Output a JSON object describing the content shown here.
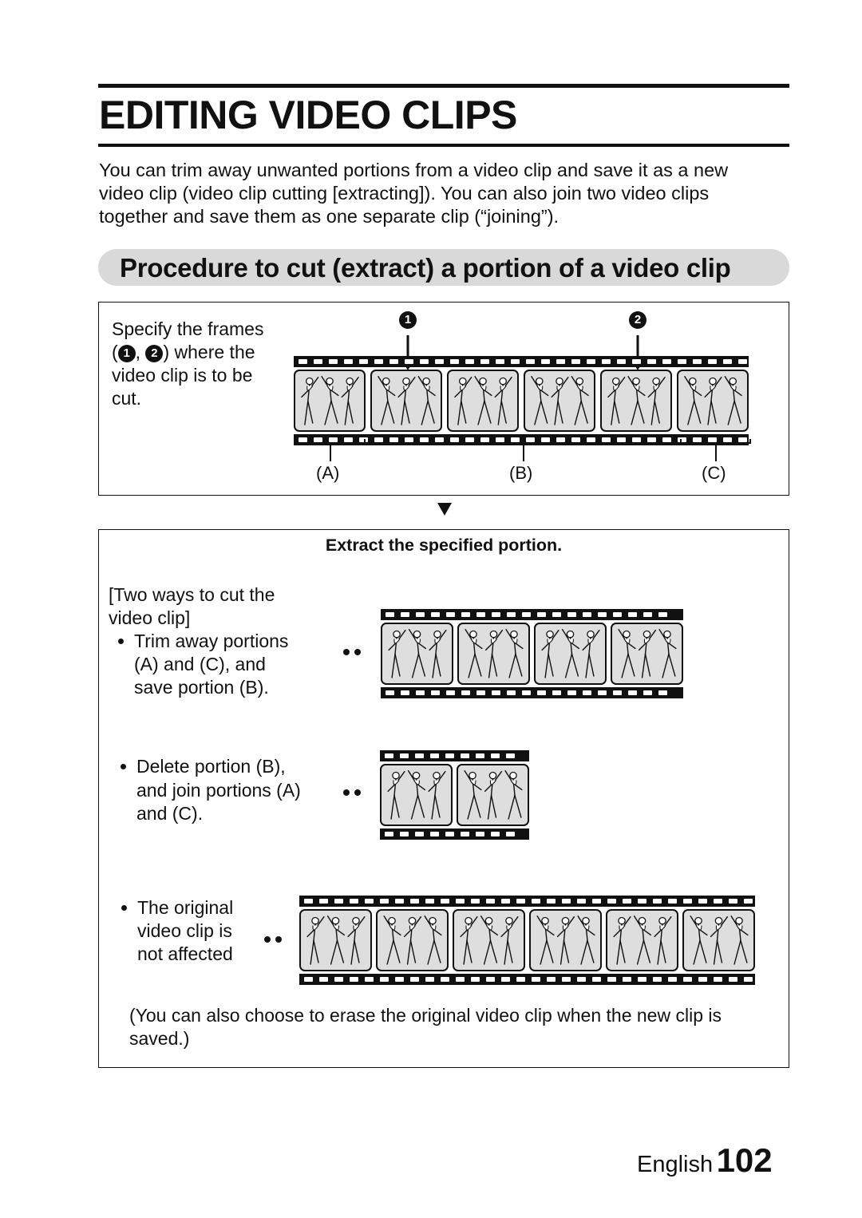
{
  "page": {
    "title": "EDITING VIDEO CLIPS",
    "intro_lines": [
      "You can trim away unwanted portions from a video clip and save it as a new",
      "video clip (video clip cutting [extracting]). You can also join two video clips",
      "together and save them as one separate clip (“joining”)."
    ],
    "section_title": "Procedure to cut (extract) a portion of a video clip"
  },
  "step1": {
    "lines": [
      "Specify the frames",
      "where the",
      "video clip is to be",
      "cut."
    ],
    "marker_1": "1",
    "marker_2": "2",
    "marker_sep": ",",
    "paren_open": "(",
    "paren_close": ")",
    "label_a": "(A)",
    "label_b": "(B)",
    "label_c": "(C)"
  },
  "step2": {
    "heading": "Extract the specified portion.",
    "ways_lines": [
      "[Two ways to cut the",
      "video clip]"
    ],
    "trim_lines": [
      "Trim away portions",
      "(A) and (C), and",
      "save portion (B)."
    ],
    "delete_lines": [
      "Delete portion (B),",
      "and join portions (A)",
      "and (C)."
    ],
    "original_lines": [
      "The original",
      "video clip is",
      "not affected"
    ],
    "note_lines": [
      "(You can also choose to erase the original video clip when the new clip is",
      "saved.)"
    ]
  },
  "footer": {
    "language": "English",
    "page_number": "102"
  },
  "icons": {
    "flow_arrow": "down-triangle-icon",
    "result_arrow": "double-dot-icon"
  }
}
